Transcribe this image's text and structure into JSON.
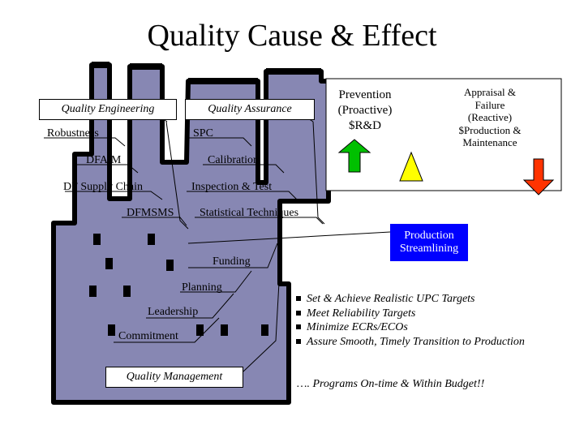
{
  "title": "Quality Cause & Effect",
  "engineering": {
    "header": "Quality Engineering",
    "items": [
      "Robustness",
      "DFA/M",
      "DF Supply Chain",
      "DFMSMS"
    ]
  },
  "assurance": {
    "header": "Quality Assurance",
    "items": [
      "SPC",
      "Calibration",
      "Inspection & Test",
      "Statistical Techniques"
    ]
  },
  "management_items": [
    "Funding",
    "Planning",
    "Leadership",
    "Commitment"
  ],
  "management_header": "Quality Management",
  "prevention": {
    "line1": "Prevention",
    "line2": "(Proactive)",
    "line3": "$R&D"
  },
  "appraisal": {
    "line1": "Appraisal &",
    "line2": "Failure",
    "line3": "(Reactive)",
    "line4": "$Production &",
    "line5": "Maintenance"
  },
  "production": {
    "line1": "Production",
    "line2": "Streamlining"
  },
  "bullets": [
    "Set & Achieve Realistic UPC Targets",
    "Meet Reliability Targets",
    "Minimize ECRs/ECOs",
    "Assure Smooth, Timely Transition to Production"
  ],
  "footer": "…. Programs On-time & Within Budget!!",
  "colors": {
    "factory": "#8787b3",
    "production_box": "#0000ff",
    "up_arrow": "#00c000",
    "triangle": "#ffff00",
    "down_arrow": "#ff3300"
  }
}
